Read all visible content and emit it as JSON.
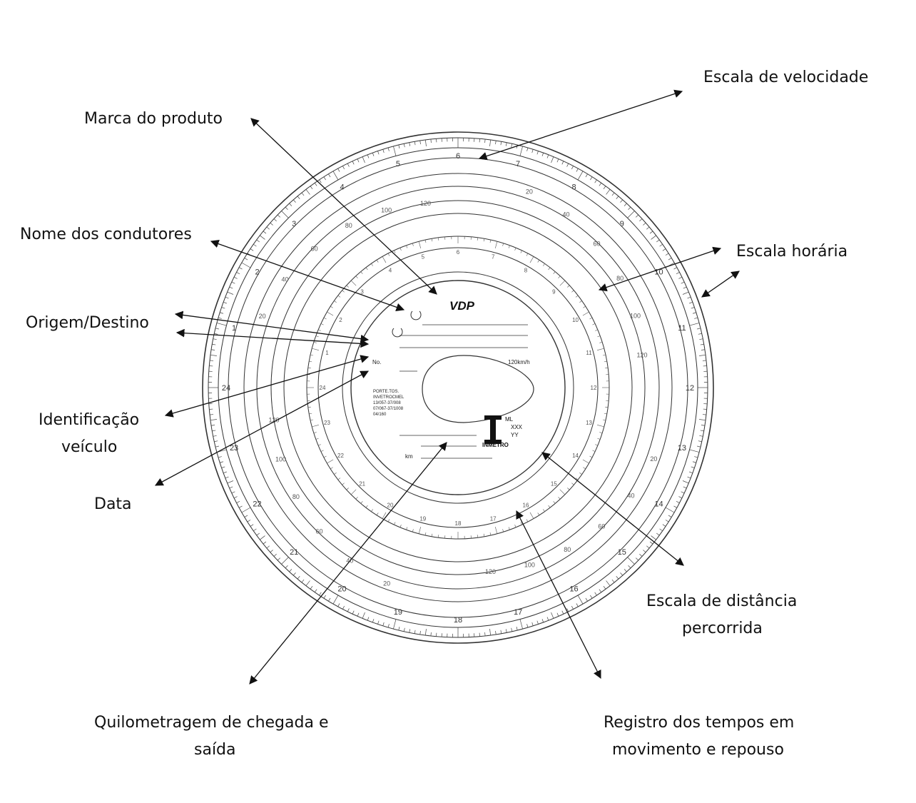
{
  "labels": {
    "marca": "Marca do produto",
    "velocidade": "Escala de velocidade",
    "nome": "Nome dos condutores",
    "horaria": "Escala horária",
    "origem": "Origem/Destino",
    "identificacao_1": "Identificação",
    "identificacao_2": "veículo",
    "data": "Data",
    "distancia_1": "Escala de distância",
    "distancia_2": "percorrida",
    "quilometragem_1": "Quilometragem de chegada e",
    "quilometragem_2": "saída",
    "registro_1": "Registro dos tempos em",
    "registro_2": "movimento e repouso"
  },
  "disc": {
    "brand": "VDP",
    "speed_unit": "120km/h",
    "no_label": "No.",
    "km_label": "km",
    "cert_lines": [
      "PORTE.TOS.",
      "INVETROCMEL",
      "13/057-37/008",
      "07/067-37/1008",
      "04/160"
    ],
    "inmetro_label": "INMETRO",
    "inmetro_codes": [
      "ML",
      "XXX",
      "YY"
    ],
    "hour_labels": [
      "6",
      "7",
      "8",
      "9",
      "10",
      "11",
      "12",
      "13",
      "14",
      "15",
      "16",
      "17",
      "18",
      "19",
      "20",
      "21",
      "22",
      "23",
      "24",
      "1",
      "2",
      "3",
      "4",
      "5"
    ],
    "speed_labels": [
      "20",
      "40",
      "60",
      "80",
      "100",
      "120"
    ]
  }
}
